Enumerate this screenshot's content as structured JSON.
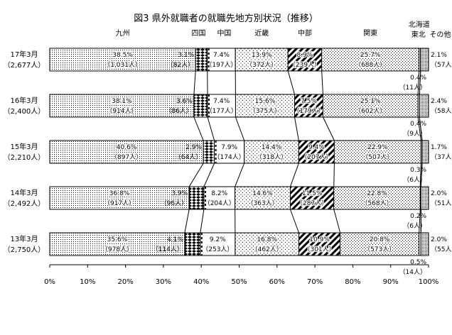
{
  "chart_data": {
    "type": "bar",
    "orientation": "horizontal-stacked-100",
    "title": "図3  県外就職者の就職先地方別状況（推移）",
    "categories": [
      {
        "year": "17年3月",
        "total": "（2,677人）"
      },
      {
        "year": "16年3月",
        "total": "（2,400人）"
      },
      {
        "year": "15年3月",
        "total": "（2,210人）"
      },
      {
        "year": "14年3月",
        "total": "（2,492人）"
      },
      {
        "year": "13年3月",
        "total": "（2,750人）"
      }
    ],
    "series": [
      {
        "name": "九州",
        "pattern": "dots-fine",
        "values": [
          38.5,
          38.1,
          40.6,
          36.8,
          35.6
        ],
        "pct_labels": [
          "38.5%",
          "38.1%",
          "40.6%",
          "36.8%",
          "35.6%"
        ],
        "count_labels": [
          "（1,031人）",
          "（914人）",
          "（897人）",
          "（917人）",
          "（978人）"
        ]
      },
      {
        "name": "四国",
        "pattern": "diamonds",
        "values": [
          3.1,
          3.6,
          2.9,
          3.9,
          4.1
        ],
        "pct_labels": [
          "3.1%",
          "3.6%",
          "2.9%",
          "3.9%",
          "4.1%"
        ],
        "count_labels": [
          "（82人）",
          "（86人）",
          "（64人）",
          "（96人）",
          "（114人）"
        ]
      },
      {
        "name": "中国",
        "pattern": "blank-dashed-edge",
        "values": [
          7.4,
          7.4,
          7.9,
          8.2,
          9.2
        ],
        "pct_labels": [
          "7.4%",
          "7.4%",
          "7.9%",
          "8.2%",
          "9.2%"
        ],
        "count_labels": [
          "（197人）",
          "（177人）",
          "（174人）",
          "（204人）",
          "（253人）"
        ]
      },
      {
        "name": "近畿",
        "pattern": "dots-sparse",
        "values": [
          13.9,
          15.6,
          14.4,
          14.6,
          16.8
        ],
        "pct_labels": [
          "13.9%",
          "15.6%",
          "14.4%",
          "14.6%",
          "16.8%"
        ],
        "count_labels": [
          "（372人）",
          "（375人）",
          "（318人）",
          "（363人）",
          "（462人）"
        ]
      },
      {
        "name": "中部",
        "pattern": "diagonal-stripes",
        "values": [
          8.9,
          7.5,
          9.4,
          11.5,
          10.9
        ],
        "pct_labels": [
          "8.9%",
          "7.5%",
          "9.4%",
          "11.5%",
          "10.9%"
        ],
        "count_labels": [
          "（239人）",
          "（179人）",
          "（207人）",
          "（287人）",
          "（301人）"
        ]
      },
      {
        "name": "関東",
        "pattern": "dots-medium",
        "values": [
          25.7,
          25.1,
          22.9,
          22.8,
          20.8
        ],
        "pct_labels": [
          "25.7%",
          "25.1%",
          "22.9%",
          "22.8%",
          "20.8%"
        ],
        "count_labels": [
          "（688人）",
          "（602人）",
          "（507人）",
          "（568人）",
          "（573人）"
        ]
      },
      {
        "name": "東北",
        "pattern": "blank",
        "values": [
          0.4,
          0.4,
          0.3,
          0.2,
          0.5
        ],
        "pct_labels": [
          "0.4%",
          "0.4%",
          "0.3%",
          "0.2%",
          "0.5%"
        ],
        "count_labels": [
          "（11人）",
          "（9人）",
          "（6人）",
          "（6人）",
          "（14人）"
        ]
      },
      {
        "name": "北海道",
        "pattern": "blank",
        "values": [
          0,
          0,
          0,
          0,
          0
        ]
      },
      {
        "name": "その他",
        "pattern": "dots-dense",
        "values": [
          2.1,
          2.4,
          1.7,
          2.0,
          2.0
        ],
        "pct_labels": [
          "2.1%",
          "2.4%",
          "1.7%",
          "2.0%",
          "2.0%"
        ],
        "count_labels": [
          "（57人）",
          "（58人）",
          "（37人）",
          "（51人）",
          "（55人）"
        ]
      }
    ],
    "xaxis": {
      "ticks": [
        "0%",
        "10%",
        "20%",
        "30%",
        "40%",
        "50%",
        "60%",
        "70%",
        "80%",
        "90%",
        "100%"
      ],
      "xlim": [
        0,
        100
      ]
    },
    "legend": "top, labels above bars",
    "grid": false
  }
}
